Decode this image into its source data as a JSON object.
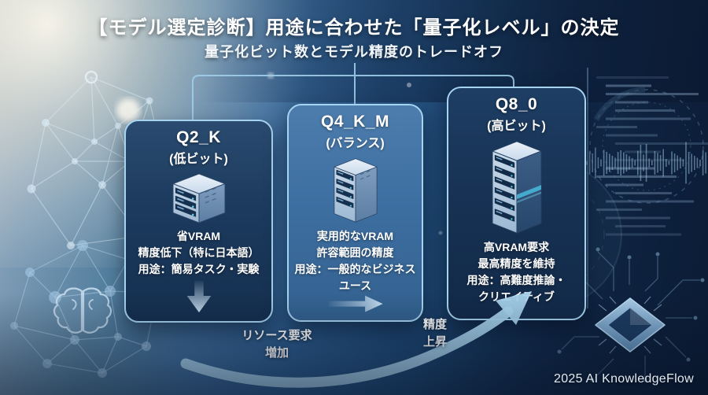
{
  "header": {
    "title": "【モデル選定診断】用途に合わせた「量子化レベル」の決定",
    "subtitle": "量子化ビット数とモデル精度のトレードオフ"
  },
  "cards": [
    {
      "name": "Q2_K",
      "tag": "(低ビット)",
      "lines": [
        "省VRAM",
        "精度低下（特に日本語）",
        "用途：簡易タスク・実験"
      ],
      "arrow": "down"
    },
    {
      "name": "Q4_K_M",
      "tag": "(バランス)",
      "lines": [
        "実用的なVRAM",
        "許容範囲の精度",
        "用途：一般的なビジネス",
        "ユース"
      ],
      "arrow": "right"
    },
    {
      "name": "Q8_0",
      "tag": "(高ビット)",
      "lines": [
        "高VRAM要求",
        "最高精度を維持",
        "用途：高難度推論・",
        "クリエイティブ"
      ],
      "arrow": "up-right"
    }
  ],
  "axis_labels": {
    "resource": {
      "line1": "リソース要求",
      "line2": "増加"
    },
    "accuracy": {
      "line1": "精度",
      "line2": "上昇"
    }
  },
  "footer": {
    "credit": "2025 AI KnowledgeFlow"
  },
  "colors": {
    "card_border": "#a6d3f0",
    "card_dark_fill": "#16304f",
    "card_mid_fill": "#3e6fa2",
    "growth_arrow": "#a9d4ee",
    "title_text": "#ffffff",
    "background_dark": "#0e2442",
    "server_cyan_accent": "#4cc8e8"
  }
}
